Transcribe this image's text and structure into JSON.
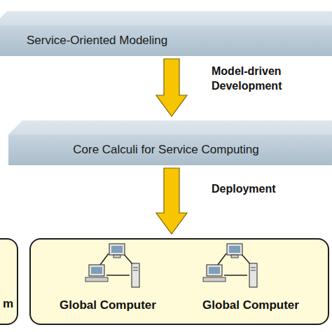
{
  "diagram": {
    "nodes": [
      {
        "text": [
          "Service-Oriented Modeling"
        ]
      },
      {
        "text": [
          "Core Calculi for Service Computing"
        ]
      },
      {
        "text": [
          "m"
        ]
      },
      {
        "text": [
          "Global Computer",
          "Global Computer"
        ]
      }
    ],
    "edges": [
      {
        "from": 0,
        "to": 1,
        "arrow": "to",
        "label": "Model-driven Development"
      },
      {
        "from": 1,
        "to": 3,
        "arrow": "to",
        "label": "Deployment"
      }
    ]
  }
}
